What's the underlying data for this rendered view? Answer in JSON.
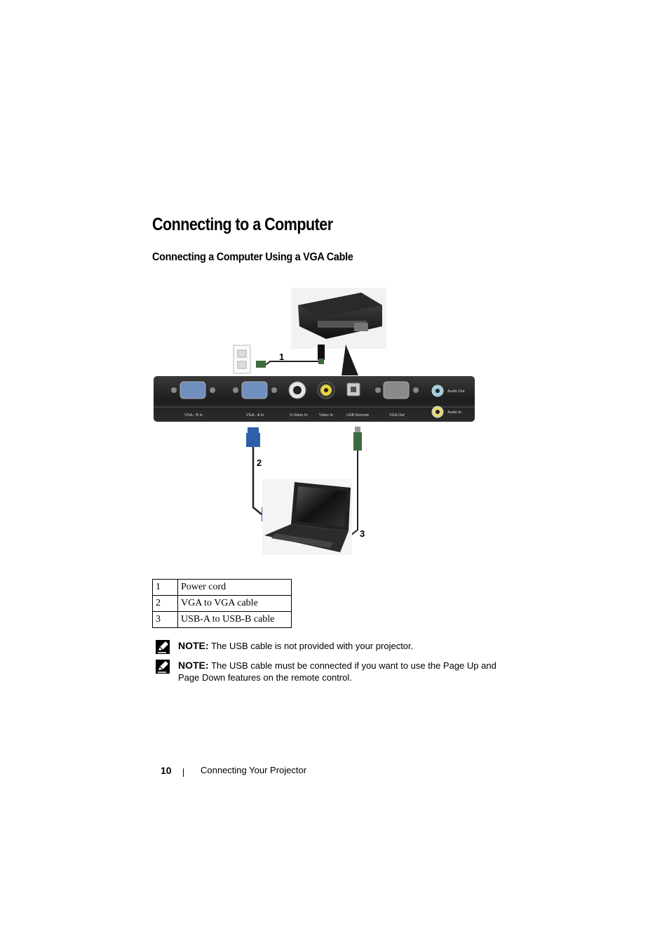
{
  "heading": "Connecting to a Computer",
  "subheading": "Connecting a Computer Using a VGA Cable",
  "figure": {
    "callouts": [
      "1",
      "2",
      "3"
    ],
    "port_labels": [
      "VGA - B In",
      "VGA - A In",
      "S-Video In",
      "Video In",
      "USB Remote",
      "VGA Out",
      "Audio Out",
      "Audio In"
    ]
  },
  "legend": [
    {
      "num": "1",
      "label": "Power cord"
    },
    {
      "num": "2",
      "label": "VGA to VGA cable"
    },
    {
      "num": "3",
      "label": "USB-A to USB-B cable"
    }
  ],
  "notes": [
    {
      "label": "NOTE:",
      "text": "The USB cable is not provided with your projector.",
      "text2": ""
    },
    {
      "label": "NOTE:",
      "text": "The USB cable must be connected if you want to use the Page Up and",
      "text2": "Page Down features on the remote control."
    }
  ],
  "footer": {
    "page_number": "10",
    "section": "Connecting Your Projector"
  }
}
